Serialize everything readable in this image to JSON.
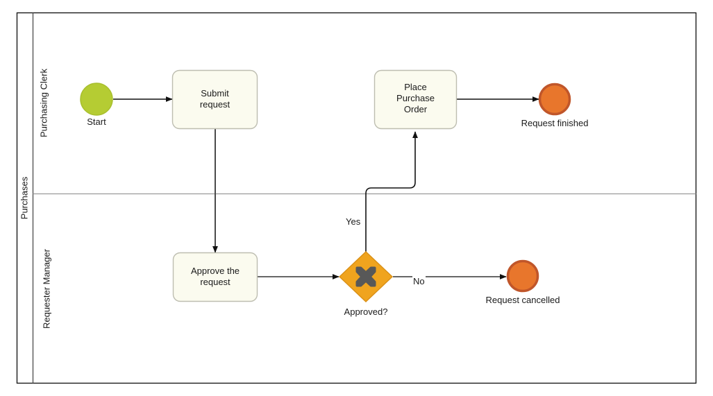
{
  "diagram": {
    "type": "bpmn-process",
    "pool": {
      "name": "Purchases",
      "lanes": [
        {
          "id": "lane-purchasing-clerk",
          "name": "Purchasing Clerk"
        },
        {
          "id": "lane-requester-manager",
          "name": "Requester Manager"
        }
      ]
    },
    "nodes": [
      {
        "id": "start-event",
        "kind": "start-event",
        "label": "Start",
        "lane": "lane-purchasing-clerk"
      },
      {
        "id": "task-submit-request",
        "kind": "task",
        "label": "Submit\nrequest",
        "lane": "lane-purchasing-clerk"
      },
      {
        "id": "task-place-purchase-order",
        "kind": "task",
        "label": "Place\nPurchase\nOrder",
        "lane": "lane-purchasing-clerk"
      },
      {
        "id": "end-event-request-finished",
        "kind": "end-event",
        "label": "Request finished",
        "lane": "lane-purchasing-clerk"
      },
      {
        "id": "task-approve-the-request",
        "kind": "task",
        "label": "Approve the\nrequest",
        "lane": "lane-requester-manager"
      },
      {
        "id": "gateway-approved",
        "kind": "exclusive-gateway",
        "label": "Approved?",
        "lane": "lane-requester-manager"
      },
      {
        "id": "end-event-request-cancelled",
        "kind": "end-event",
        "label": "Request cancelled",
        "lane": "lane-requester-manager"
      }
    ],
    "flows": [
      {
        "id": "flow-start-to-submit",
        "from": "start-event",
        "to": "task-submit-request",
        "label": ""
      },
      {
        "id": "flow-submit-to-approve",
        "from": "task-submit-request",
        "to": "task-approve-the-request",
        "label": ""
      },
      {
        "id": "flow-approve-to-gateway",
        "from": "task-approve-the-request",
        "to": "gateway-approved",
        "label": ""
      },
      {
        "id": "flow-gateway-yes",
        "from": "gateway-approved",
        "to": "task-place-purchase-order",
        "label": "Yes"
      },
      {
        "id": "flow-gateway-no",
        "from": "gateway-approved",
        "to": "end-event-request-cancelled",
        "label": "No"
      },
      {
        "id": "flow-place-order-to-finished",
        "from": "task-place-purchase-order",
        "to": "end-event-request-finished",
        "label": ""
      }
    ],
    "colors": {
      "start_event_fill": "#B5CC33",
      "start_event_stroke": "#A8BF2E",
      "end_event_fill": "#E8762C",
      "end_event_stroke": "#C0562A",
      "gateway_fill": "#F0A41E",
      "gateway_stroke": "#D99017",
      "gateway_marker": "#585858",
      "task_fill": "#FBFBEF",
      "task_stroke": "#BDBDB0",
      "flow_stroke": "#333333",
      "pool_stroke": "#1a1a1a",
      "lane_stroke": "#9a9a9a",
      "canvas_bg": "#FFFFFF"
    }
  }
}
